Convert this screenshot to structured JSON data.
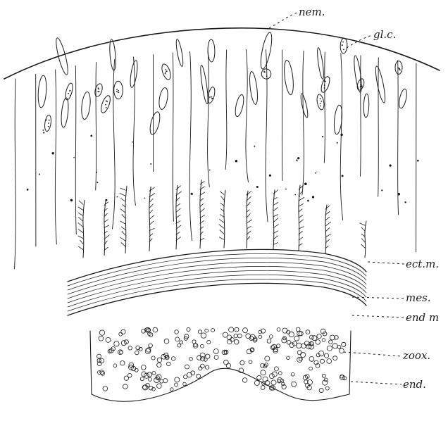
{
  "figure": {
    "labels": {
      "nem": "nem.",
      "glc": "gl.c.",
      "ectm": "ect.m.",
      "mes": "mes.",
      "endm": "end m",
      "zoox": "zoox.",
      "end": "end."
    },
    "ink_color": "#1a1a1a",
    "background": "#ffffff"
  }
}
